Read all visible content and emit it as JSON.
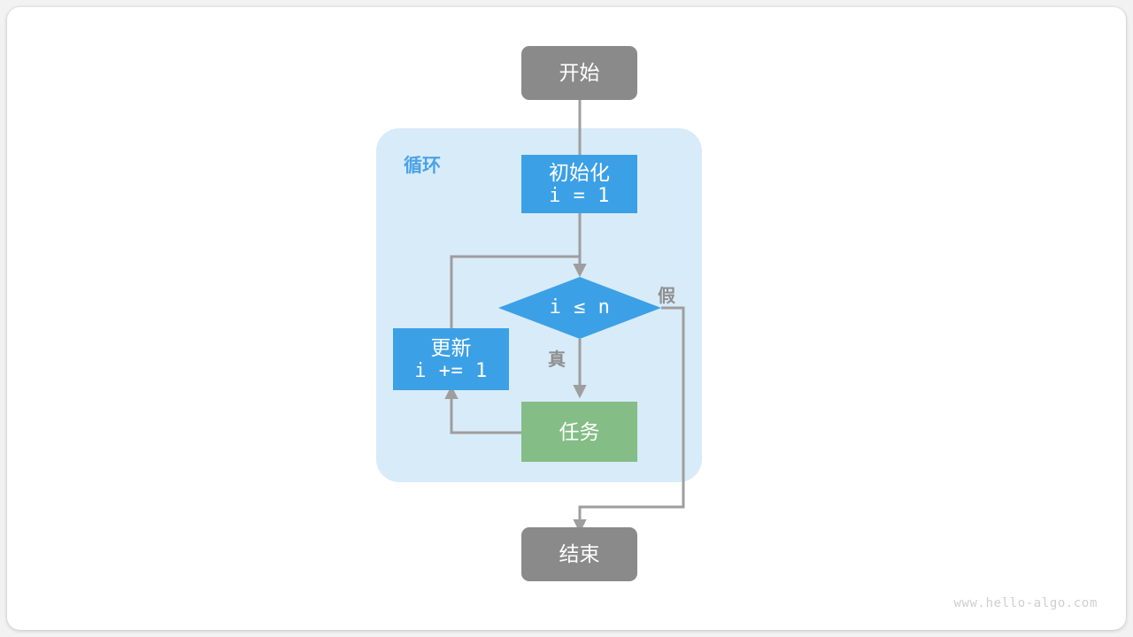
{
  "page": {
    "background_color": "#f2f2f2",
    "card_color": "#ffffff",
    "watermark": "www.hello-algo.com"
  },
  "palette": {
    "gray": "#8a8a8a",
    "blue": "#3ca0e6",
    "green": "#84bd85",
    "panel_blue": "#d8ebf9",
    "arrow_gray": "#9e9e9e",
    "label_gray": "#8f8f8f",
    "loop_label_blue": "#4aa3e8",
    "text_white": "#ffffff",
    "watermark_gray": "#cfcfcf"
  },
  "diagram": {
    "type": "flowchart",
    "title": "",
    "group_label": "循环",
    "nodes": [
      {
        "id": "start",
        "shape": "rounded-rect",
        "label": "开始",
        "sublabel": "",
        "color": "#8a8a8a"
      },
      {
        "id": "init",
        "shape": "rect",
        "label": "初始化",
        "sublabel": "i = 1",
        "color": "#3ca0e6"
      },
      {
        "id": "cond",
        "shape": "diamond",
        "label": "",
        "sublabel": "i ≤ n",
        "color": "#3ca0e6"
      },
      {
        "id": "update",
        "shape": "rect",
        "label": "更新",
        "sublabel": "i += 1",
        "color": "#3ca0e6"
      },
      {
        "id": "task",
        "shape": "rect",
        "label": "任务",
        "sublabel": "",
        "color": "#84bd85"
      },
      {
        "id": "end",
        "shape": "rounded-rect",
        "label": "结束",
        "sublabel": "",
        "color": "#8a8a8a"
      }
    ],
    "edges": [
      {
        "from": "start",
        "to": "cond",
        "label": ""
      },
      {
        "from": "init",
        "to": "cond",
        "label": ""
      },
      {
        "from": "cond",
        "to": "task",
        "label": "真"
      },
      {
        "from": "cond",
        "to": "end",
        "label": "假"
      },
      {
        "from": "task",
        "to": "update",
        "label": ""
      },
      {
        "from": "update",
        "to": "cond",
        "label": ""
      }
    ]
  }
}
